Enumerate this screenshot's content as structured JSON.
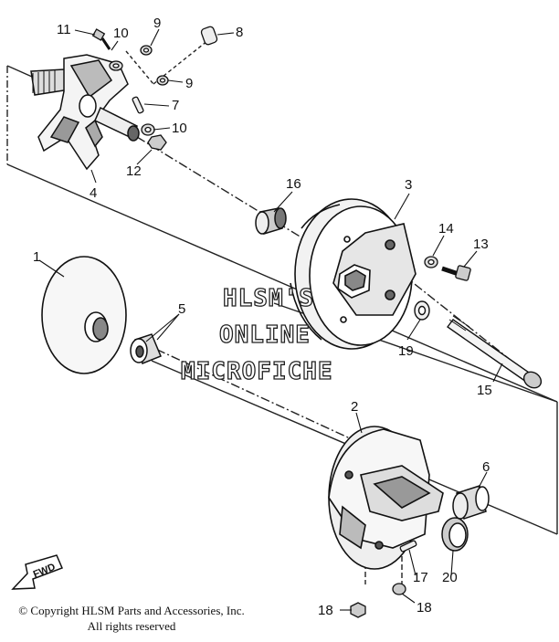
{
  "watermark": {
    "line1": "HLSM'S",
    "line2": "ONLINE",
    "line3": "MICROFICHE"
  },
  "direction_arrow": {
    "label": "FWD",
    "icon": "forward-arrow-icon"
  },
  "callouts": {
    "c1": "1",
    "c2": "2",
    "c3": "3",
    "c4": "4",
    "c5": "5",
    "c6": "6",
    "c7": "7",
    "c8": "8",
    "c9a": "9",
    "c9b": "9",
    "c10a": "10",
    "c10b": "10",
    "c11": "11",
    "c12": "12",
    "c13": "13",
    "c14": "14",
    "c15": "15",
    "c16": "16",
    "c17": "17",
    "c18a": "18",
    "c18b": "18",
    "c19": "19",
    "c20": "20"
  },
  "copyright": {
    "line1": "© Copyright HLSM Parts and Accessories, Inc.",
    "line2": "All rights reserved"
  }
}
